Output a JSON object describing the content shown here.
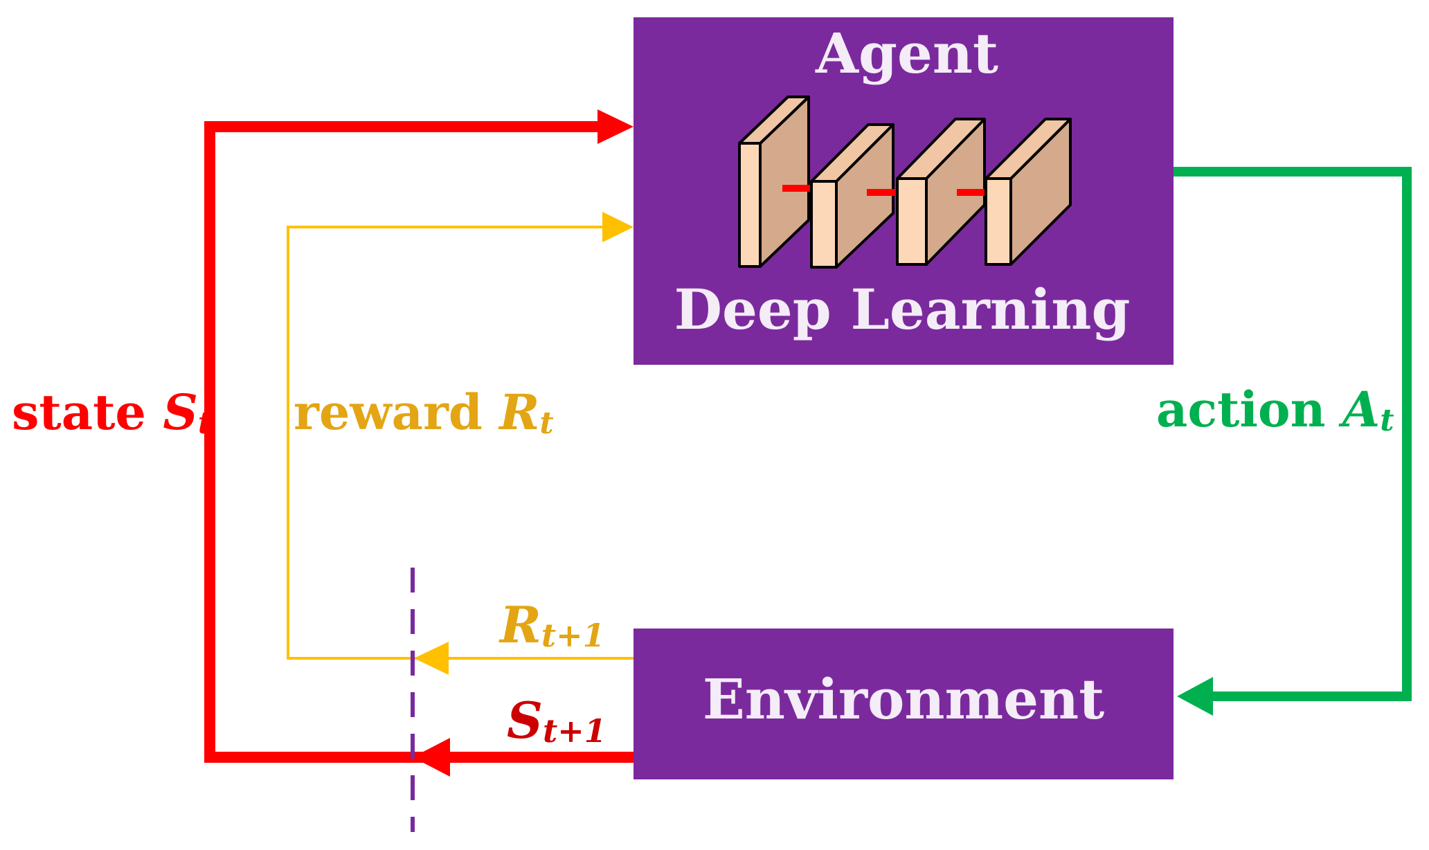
{
  "agent_box": {
    "title": "Agent",
    "subtitle": "Deep Learning",
    "fill": "#7B2A9E",
    "text_color": "#F4ECF7"
  },
  "environment_box": {
    "label": "Environment",
    "fill": "#7B2A9E",
    "text_color": "#F4ECF7"
  },
  "network_icon": {
    "icon": "neural-network-layers-icon",
    "layer_count": 4,
    "front_color": "#FCD8B8",
    "side_color": "#D4A98C",
    "link_color": "#FF0000"
  },
  "state_label": {
    "word": "state",
    "symbol": "S",
    "subscript": "t",
    "color": "#FF0000"
  },
  "reward_label": {
    "word": "reward",
    "symbol": "R",
    "subscript": "t",
    "color": "#E3A514"
  },
  "action_label": {
    "word": "action",
    "symbol": "A",
    "subscript": "t",
    "color": "#00B050"
  },
  "next_reward_label": {
    "symbol": "R",
    "subscript": "t+1",
    "color": "#E3A514"
  },
  "next_state_label": {
    "symbol": "S",
    "subscript": "t+1",
    "color": "#CC0000"
  },
  "arrow_colors": {
    "state": "#FF0000",
    "reward": "#FFC000",
    "action": "#00B050",
    "divider": "#7B2A9E"
  }
}
